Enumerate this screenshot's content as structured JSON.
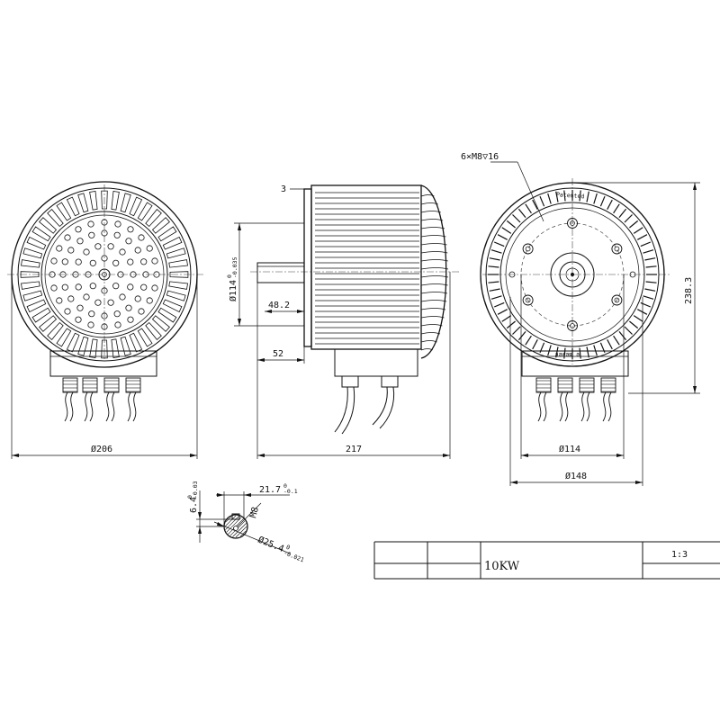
{
  "front_view": {
    "diameter_label": "Ø206"
  },
  "side_view": {
    "offset_label": "3",
    "shaft_diameter_label": "Ø114",
    "shaft_diameter_tol_upper": "0",
    "shaft_diameter_tol_lower": "-0.035",
    "length_48_label": "48.2",
    "length_52_label": "52",
    "overall_length_label": "217"
  },
  "rear_view": {
    "holes_label": "6×M8▽16",
    "patented_text": "Patented",
    "height_label": "238.3",
    "inner_diameter_label": "Ø114",
    "outer_diameter_label": "Ø148",
    "mirrored_text": "ɐ Ɓɐʍɐɐ"
  },
  "shaft_detail": {
    "key_width_label": "6.4",
    "key_width_tol_upper": "0",
    "key_width_tol_lower": "-0.03",
    "key_depth_label": "21.7",
    "key_depth_tol_upper": "0",
    "key_depth_tol_lower": "-0.1",
    "thread_label": "M8",
    "shaft_diameter_label": "Ø25.4",
    "shaft_diameter_tol_upper": "0",
    "shaft_diameter_tol_lower": "-0.021"
  },
  "title_block": {
    "model": "10KW",
    "scale": "1:3"
  }
}
